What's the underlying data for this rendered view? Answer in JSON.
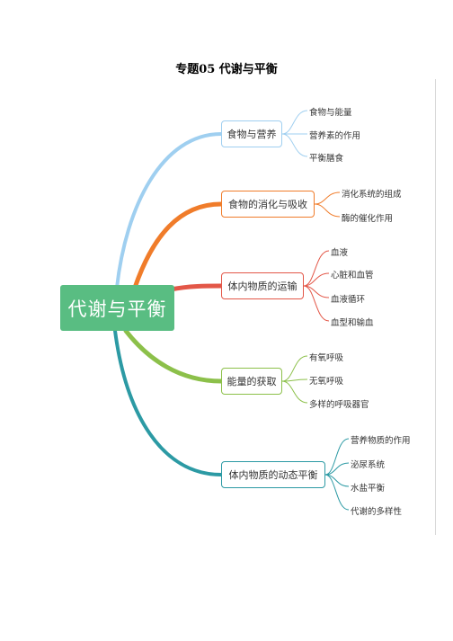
{
  "title": "专题05 代谢与平衡",
  "root": {
    "label": "代谢与平衡",
    "color": "#59bd82"
  },
  "branches": [
    {
      "label": "食物与营养",
      "color": "#9fcff0",
      "children": [
        "食物与能量",
        "营养素的作用",
        "平衡膳食"
      ]
    },
    {
      "label": "食物的消化与吸收",
      "color": "#f07c2a",
      "children": [
        "消化系统的组成",
        "酶的催化作用"
      ]
    },
    {
      "label": "体内物质的运输",
      "color": "#e35748",
      "children": [
        "血液",
        "心脏和血管",
        "血液循环",
        "血型和输血"
      ]
    },
    {
      "label": "能量的获取",
      "color": "#8cc04a",
      "children": [
        "有氧呼吸",
        "无氧呼吸",
        "多样的呼吸器官"
      ]
    },
    {
      "label": "体内物质的动态平衡",
      "color": "#2c9aa4",
      "children": [
        "营养物质的作用",
        "泌尿系统",
        "水盐平衡",
        "代谢的多样性"
      ]
    }
  ]
}
